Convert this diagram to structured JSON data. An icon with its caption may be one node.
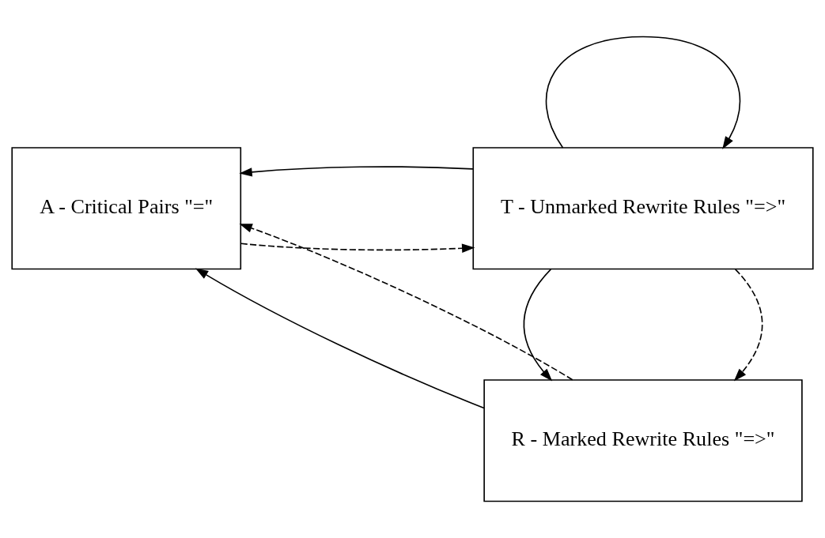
{
  "diagram": {
    "nodes": [
      {
        "text": [
          "A - Critical Pairs \"=\""
        ]
      },
      {
        "text": [
          "T - Unmarked Rewrite Rules \"=>\""
        ]
      },
      {
        "text": [
          "R - Marked Rewrite Rules \"=>\""
        ]
      }
    ],
    "edges": [
      {
        "from": 1,
        "to": 0,
        "arrow": "to"
      },
      {
        "from": 0,
        "to": 1,
        "arrow": "to",
        "style": "dashed"
      },
      {
        "from": 1,
        "to": 1,
        "arrow": "to"
      },
      {
        "from": 1,
        "to": 2,
        "arrow": "to",
        "style": "dashed"
      },
      {
        "from": 1,
        "to": 2,
        "arrow": "to"
      },
      {
        "from": 2,
        "to": 0,
        "arrow": "to"
      },
      {
        "from": 2,
        "to": 0,
        "arrow": "to",
        "style": "dashed"
      }
    ]
  }
}
